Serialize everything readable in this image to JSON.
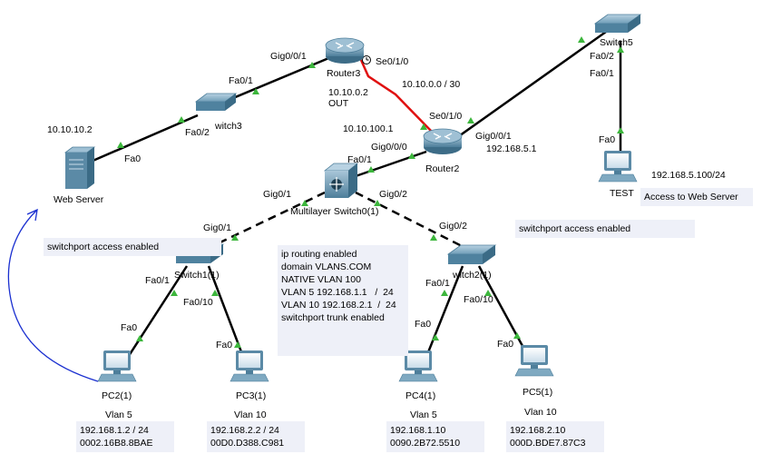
{
  "devices": {
    "router3": "Router3",
    "router2": "Router2",
    "switch3": "witch3",
    "switch5": "Switch5",
    "multilayer": "Multilayer Switch0(1)",
    "switch1": "Switch1(1)",
    "switch2": "witch2(1)",
    "web_server": "Web Server",
    "test_pc": "TEST",
    "pc2": "PC2(1)",
    "pc3": "PC3(1)",
    "pc4": "PC4(1)",
    "pc5": "PC5(1)"
  },
  "ports": {
    "r3_gig": "Gig0/0/1",
    "r3_se": "Se0/1/0",
    "sw3_fa01": "Fa0/1",
    "sw3_fa02": "Fa0/2",
    "ws_fa0": "Fa0",
    "r2_se": "Se0/1/0",
    "r2_gig001": "Gig0/0/1",
    "r2_gig000": "Gig0/0/0",
    "sw5_fa02": "Fa0/2",
    "sw5_fa01": "Fa0/1",
    "test_fa0": "Fa0",
    "ml_fa01": "Fa0/1",
    "ml_gig01": "Gig0/1",
    "ml_gig02": "Gig0/2",
    "sw1_gig01": "Gig0/1",
    "sw1_fa01": "Fa0/1",
    "sw1_fa010": "Fa0/10",
    "sw2_gig02": "Gig0/2",
    "sw2_fa01": "Fa0/1",
    "sw2_fa010": "Fa0/10",
    "pc2_fa0": "Fa0",
    "pc3_fa0": "Fa0",
    "pc4_fa0": "Fa0",
    "pc5_fa0": "Fa0"
  },
  "addresses": {
    "web_server_ip": "10.10.10.2",
    "r3_ip": "10.10.0.2\nOUT",
    "serial_net": "10.10.0.0 / 30",
    "r2_lan_ip": "10.10.100.1",
    "r2_gig001_ip": "192.168.5.1",
    "test_ip": "192.168.5.100/24",
    "pc2_info": "192.168.1.2 / 24\n0002.16B8.8BAE",
    "pc3_info": "192.168.2.2 / 24\n00D0.D388.C981",
    "pc4_info": "192.168.1.10\n0090.2B72.5510",
    "pc5_info": "192.168.2.10\n000D.BDE7.87C3"
  },
  "vlans": {
    "pc2": "Vlan 5",
    "pc3": "Vlan 10",
    "pc4": "Vlan 5",
    "pc5": "Vlan 10"
  },
  "notes": {
    "test_access": "Access to Web Server",
    "sw1_access": "switchport access enabled",
    "sw2_access": "switchport access enabled",
    "multilayer_config": "ip routing enabled\ndomain VLANS.COM\nNATIVE VLAN 100\nVLAN 5 192.168.1.1   /  24\nVLAN 10 192.168.2.1  /  24\nswitchport trunk enabled"
  },
  "colors": {
    "link": "#000000",
    "serial_link": "#e01010",
    "port_up": "#3cb63c",
    "annotation_arrow": "#1a2fd0",
    "note_bg": "#eef0f8",
    "device_blue": "#5b8aa6"
  }
}
